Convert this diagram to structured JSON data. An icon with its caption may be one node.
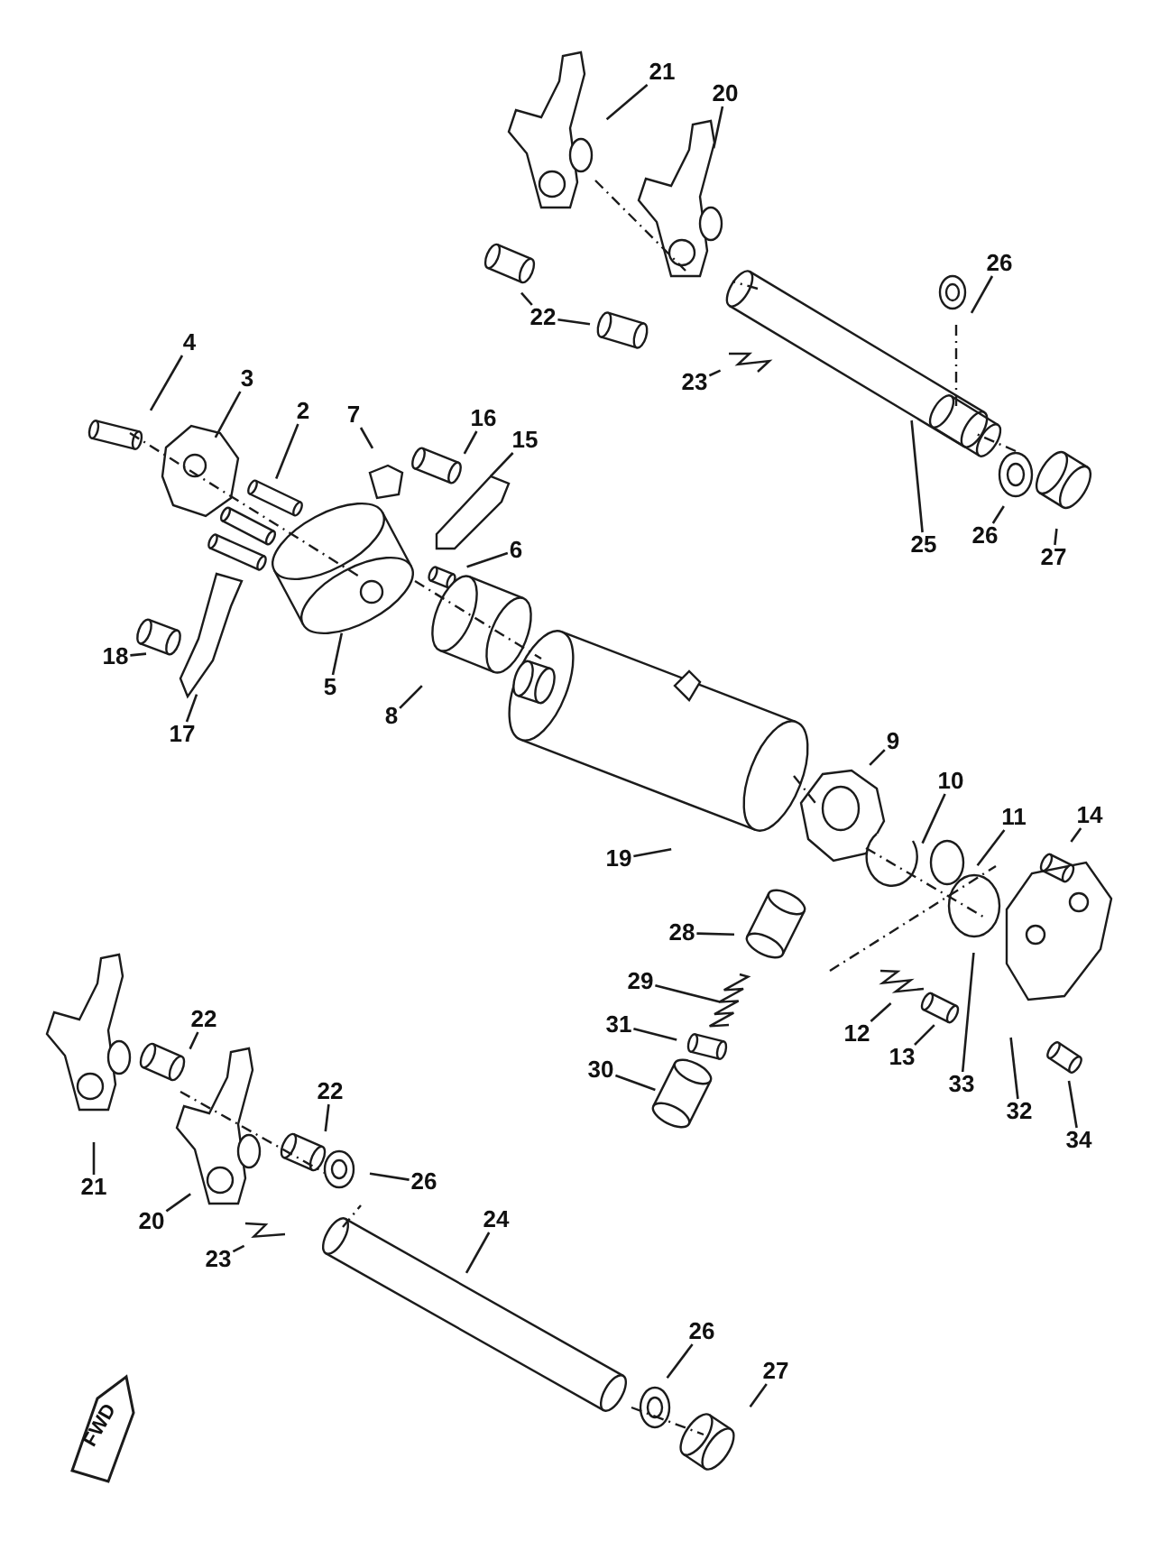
{
  "diagram": {
    "nodes": [
      {
        "text": [
          "21"
        ]
      },
      {
        "text": [
          "20"
        ]
      },
      {
        "text": [
          "26"
        ]
      },
      {
        "text": [
          "22"
        ]
      },
      {
        "text": [
          "23"
        ]
      },
      {
        "text": [
          "4"
        ]
      },
      {
        "text": [
          "3"
        ]
      },
      {
        "text": [
          "2"
        ]
      },
      {
        "text": [
          "7"
        ]
      },
      {
        "text": [
          "16"
        ]
      },
      {
        "text": [
          "15"
        ]
      },
      {
        "text": [
          "6"
        ]
      },
      {
        "text": [
          "25"
        ]
      },
      {
        "text": [
          "26"
        ]
      },
      {
        "text": [
          "27"
        ]
      },
      {
        "text": [
          "18"
        ]
      },
      {
        "text": [
          "5"
        ]
      },
      {
        "text": [
          "8"
        ]
      },
      {
        "text": [
          "17"
        ]
      },
      {
        "text": [
          "9"
        ]
      },
      {
        "text": [
          "10"
        ]
      },
      {
        "text": [
          "11"
        ]
      },
      {
        "text": [
          "14"
        ]
      },
      {
        "text": [
          "19"
        ]
      },
      {
        "text": [
          "28"
        ]
      },
      {
        "text": [
          "29"
        ]
      },
      {
        "text": [
          "31"
        ]
      },
      {
        "text": [
          "30"
        ]
      },
      {
        "text": [
          "12"
        ]
      },
      {
        "text": [
          "13"
        ]
      },
      {
        "text": [
          "33"
        ]
      },
      {
        "text": [
          "32"
        ]
      },
      {
        "text": [
          "34"
        ]
      },
      {
        "text": [
          "22"
        ]
      },
      {
        "text": [
          "22"
        ]
      },
      {
        "text": [
          "26"
        ]
      },
      {
        "text": [
          "21"
        ]
      },
      {
        "text": [
          "20"
        ]
      },
      {
        "text": [
          "23"
        ]
      },
      {
        "text": [
          "24"
        ]
      },
      {
        "text": [
          "26"
        ]
      },
      {
        "text": [
          "27"
        ]
      }
    ],
    "edges": [
      {
        "from": 0,
        "to": null,
        "arrow": "none"
      },
      {
        "from": 1,
        "to": null,
        "arrow": "none"
      },
      {
        "from": 2,
        "to": null,
        "arrow": "none"
      },
      {
        "from": 3,
        "to": null,
        "arrow": "none"
      },
      {
        "from": 3,
        "to": null,
        "arrow": "none"
      },
      {
        "from": 4,
        "to": null,
        "arrow": "none"
      },
      {
        "from": 5,
        "to": null,
        "arrow": "none"
      },
      {
        "from": 6,
        "to": null,
        "arrow": "none"
      },
      {
        "from": 7,
        "to": null,
        "arrow": "none"
      },
      {
        "from": 8,
        "to": null,
        "arrow": "none"
      },
      {
        "from": 9,
        "to": null,
        "arrow": "none"
      },
      {
        "from": 10,
        "to": null,
        "arrow": "none"
      },
      {
        "from": 11,
        "to": null,
        "arrow": "none"
      },
      {
        "from": 12,
        "to": null,
        "arrow": "none"
      },
      {
        "from": 13,
        "to": null,
        "arrow": "none"
      },
      {
        "from": 14,
        "to": null,
        "arrow": "none"
      },
      {
        "from": 15,
        "to": null,
        "arrow": "none"
      },
      {
        "from": 16,
        "to": null,
        "arrow": "none"
      },
      {
        "from": 17,
        "to": null,
        "arrow": "none"
      },
      {
        "from": 18,
        "to": null,
        "arrow": "none"
      },
      {
        "from": 19,
        "to": null,
        "arrow": "none"
      },
      {
        "from": 20,
        "to": null,
        "arrow": "none"
      },
      {
        "from": 21,
        "to": null,
        "arrow": "none"
      },
      {
        "from": 22,
        "to": null,
        "arrow": "none"
      },
      {
        "from": 23,
        "to": null,
        "arrow": "none"
      },
      {
        "from": 24,
        "to": null,
        "arrow": "none"
      },
      {
        "from": 25,
        "to": null,
        "arrow": "none"
      },
      {
        "from": 26,
        "to": null,
        "arrow": "none"
      },
      {
        "from": 27,
        "to": null,
        "arrow": "none"
      },
      {
        "from": 28,
        "to": null,
        "arrow": "none"
      },
      {
        "from": 29,
        "to": null,
        "arrow": "none"
      },
      {
        "from": 30,
        "to": null,
        "arrow": "none"
      },
      {
        "from": 31,
        "to": null,
        "arrow": "none"
      },
      {
        "from": 32,
        "to": null,
        "arrow": "none"
      },
      {
        "from": 33,
        "to": null,
        "arrow": "none"
      },
      {
        "from": 34,
        "to": null,
        "arrow": "none"
      },
      {
        "from": 35,
        "to": null,
        "arrow": "none"
      },
      {
        "from": 36,
        "to": null,
        "arrow": "none"
      },
      {
        "from": 37,
        "to": null,
        "arrow": "none"
      },
      {
        "from": 38,
        "to": null,
        "arrow": "none"
      },
      {
        "from": 39,
        "to": null,
        "arrow": "none"
      },
      {
        "from": 40,
        "to": null,
        "arrow": "none"
      },
      {
        "from": 41,
        "to": null,
        "arrow": "none"
      }
    ],
    "labels": [
      "FWD"
    ]
  }
}
